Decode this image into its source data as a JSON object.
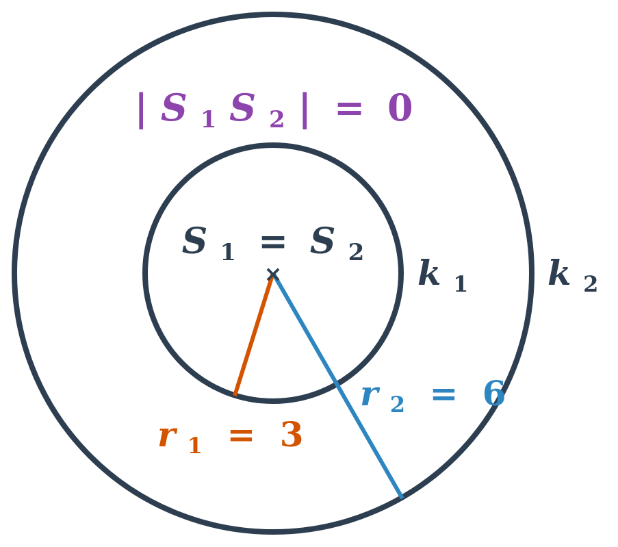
{
  "colors": {
    "circle": "#2c3e50",
    "radius_1": "#d35400",
    "radius_2": "#2e86c1",
    "distance_label": "#8e44ad",
    "background": "#ffffff"
  },
  "labels": {
    "distance": {
      "bar_left": "|",
      "s1": "S",
      "s1_sub": "1",
      "s2": "S",
      "s2_sub": "2",
      "bar_right": "|",
      "equals": "=",
      "value": "0"
    },
    "centers": {
      "s1": "S",
      "s1_sub": "1",
      "equals": "=",
      "s2": "S",
      "s2_sub": "2"
    },
    "center_marker": "×",
    "k1": {
      "name": "k",
      "sub": "1"
    },
    "k2": {
      "name": "k",
      "sub": "2"
    },
    "r1": {
      "name": "r",
      "sub": "1",
      "equals": "=",
      "value": "3"
    },
    "r2": {
      "name": "r",
      "sub": "2",
      "equals": "=",
      "value": "6"
    }
  }
}
